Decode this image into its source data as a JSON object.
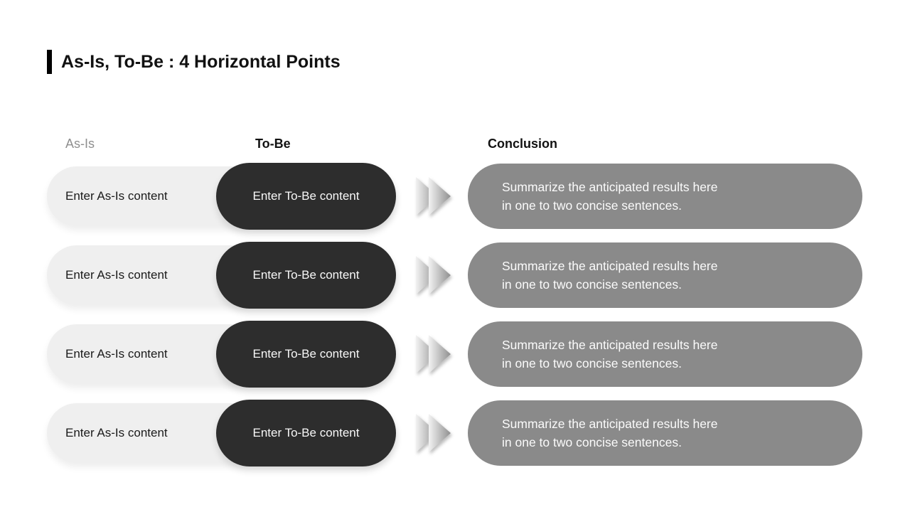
{
  "header": {
    "title": "As-Is, To-Be : 4 Horizontal Points"
  },
  "columns": {
    "as_is": "As-Is",
    "to_be": "To-Be",
    "conclusion": "Conclusion"
  },
  "colors": {
    "accent_bar": "#000000",
    "as_is_pill": "#efefef",
    "to_be_pill": "#2d2d2d",
    "conclusion_pill": "#8a8a8a",
    "as_is_header_text": "#8f8f8f",
    "chevron_gradient_start": "#f2f2f2",
    "chevron_gradient_end": "#8f8f8f"
  },
  "rows": [
    {
      "as_is": "Enter As-Is content",
      "to_be": "Enter To-Be content",
      "conclusion_line1": "Summarize the anticipated results here",
      "conclusion_line2": "in one to two concise sentences."
    },
    {
      "as_is": "Enter As-Is content",
      "to_be": "Enter To-Be content",
      "conclusion_line1": "Summarize the anticipated results here",
      "conclusion_line2": "in one to two concise sentences."
    },
    {
      "as_is": "Enter As-Is content",
      "to_be": "Enter To-Be content",
      "conclusion_line1": "Summarize the anticipated results here",
      "conclusion_line2": "in one to two concise sentences."
    },
    {
      "as_is": "Enter As-Is content",
      "to_be": "Enter To-Be content",
      "conclusion_line1": "Summarize the anticipated results here",
      "conclusion_line2": "in one to two concise sentences."
    }
  ]
}
